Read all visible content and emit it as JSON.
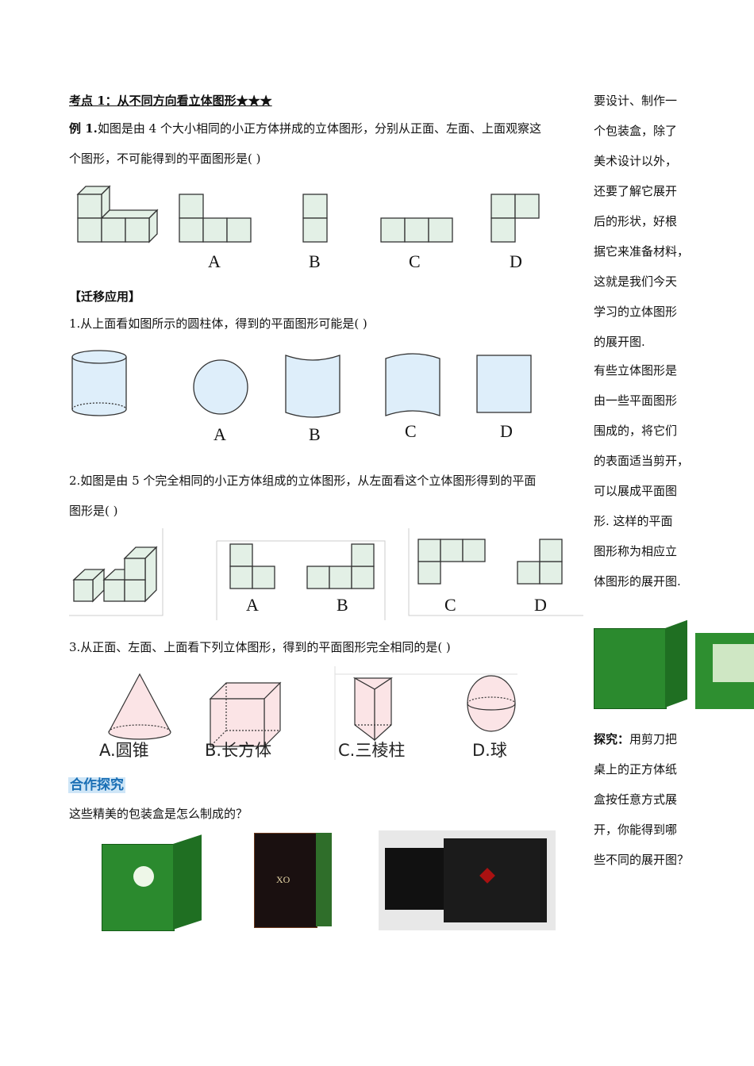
{
  "heading": "考点 1：从不同方向看立体图形★★★",
  "example1": {
    "prefix": "例 1.",
    "line1": "如图是由 4 个大小相同的小正方体拼成的立体图形，分别从正面、左面、上面观察这",
    "line2": "个图形，不可能得到的平面图形是(   )",
    "options": [
      "A",
      "B",
      "C",
      "D"
    ]
  },
  "transfer_title": "【迁移应用】",
  "q1": {
    "text": "1.从上面看如图所示的圆柱体，得到的平面图形可能是(   )",
    "options": [
      "A",
      "B",
      "C",
      "D"
    ]
  },
  "q2": {
    "line1": "2.如图是由 5 个完全相同的小正方体组成的立体图形，从左面看这个立体图形得到的平面",
    "line2": "图形是(   )",
    "options": [
      "A",
      "B",
      "C",
      "D"
    ]
  },
  "q3": {
    "text": "3.从正面、左面、上面看下列立体图形，得到的平面图形完全相同的是(   )",
    "options": [
      "A.圆锥",
      "B.长方体",
      "C.三棱柱",
      "D.球"
    ]
  },
  "coop_title": "合作探究",
  "coop_question": "这些精美的包装盒是怎么制成的？",
  "sidebar": {
    "lines": [
      "要设计、制作一",
      "个包装盒，除了",
      "美术设计以外，",
      "还要了解它展开",
      "后的形状，好根",
      "据它来准备材料，",
      "这就是我们今天",
      "学习的立体图形",
      "的展开图.",
      "有些立体图形是",
      "由一些平面图形",
      "围成的，将它们",
      "的表面适当剪开，",
      "可以展成平面图",
      "形. 这样的平面",
      "图形称为相应立",
      "体图形的展开图."
    ],
    "explore_label": "探究：",
    "explore_lines": [
      "用剪刀把",
      "桌上的正方体纸",
      "盒按任意方式展",
      "开，你能得到哪",
      "些不同的展开图？"
    ]
  },
  "colors": {
    "cube_fill": "#e3f0e6",
    "cyl_fill": "#deeefa",
    "solid_fill": "#fbe4e6",
    "coop_bg": "#cfe6f7",
    "coop_text": "#1a6fb5",
    "tea_box": "#1f7a22"
  }
}
